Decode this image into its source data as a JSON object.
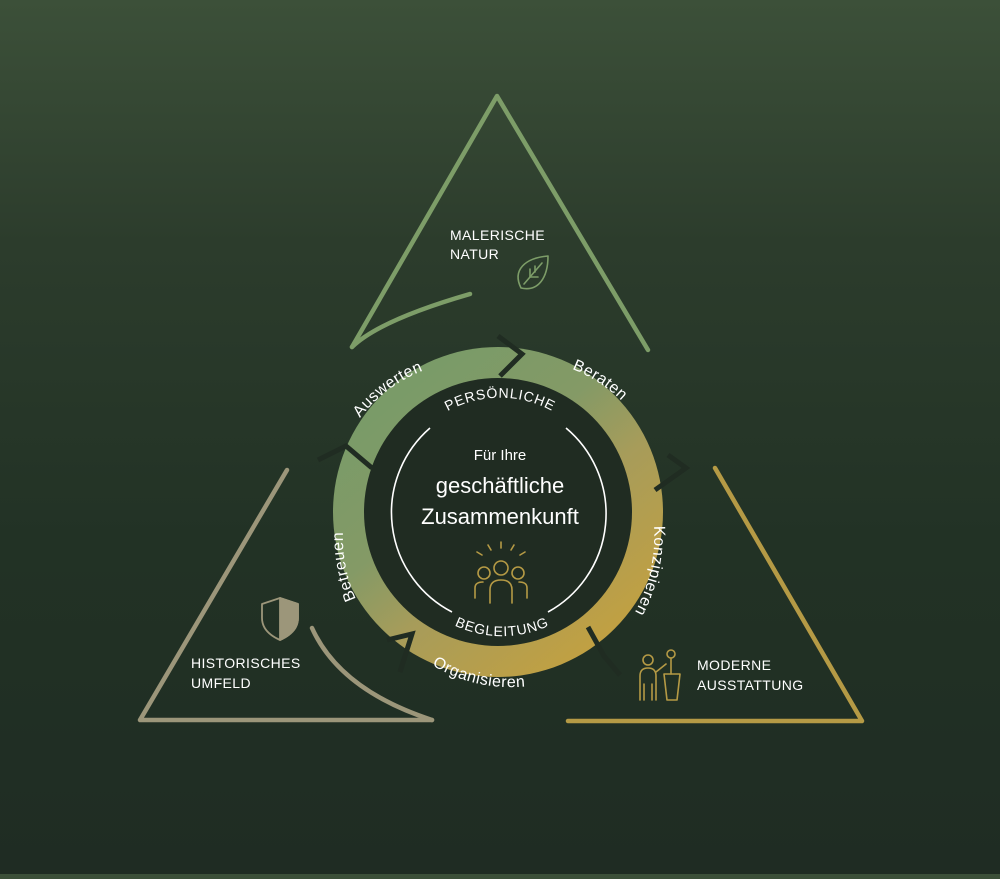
{
  "colors": {
    "green": "#7d9d68",
    "gold": "#b59a45",
    "taupe": "#9c967a",
    "text": "#ffffff",
    "center_bg": "#202c22"
  },
  "nodes": {
    "top": {
      "line1": "MALERISCHE",
      "line2": "NATUR",
      "icon": "leaf-icon"
    },
    "left": {
      "line1": "HISTORISCHES",
      "line2": "UMFELD",
      "icon": "shield-icon"
    },
    "right": {
      "line1": "MODERNE",
      "line2": "AUSSTATTUNG",
      "icon": "presenter-icon"
    }
  },
  "cycle": {
    "segments": [
      "Auswerten",
      "Beraten",
      "Konzipieren",
      "Organisieren",
      "Betreuen"
    ],
    "inner_top": "PERSÖNLICHE",
    "inner_bottom": "BEGLEITUNG"
  },
  "center": {
    "line1": "Für Ihre",
    "line2": "geschäftliche",
    "line3": "Zusammenkunft",
    "icon": "people-group-icon"
  }
}
